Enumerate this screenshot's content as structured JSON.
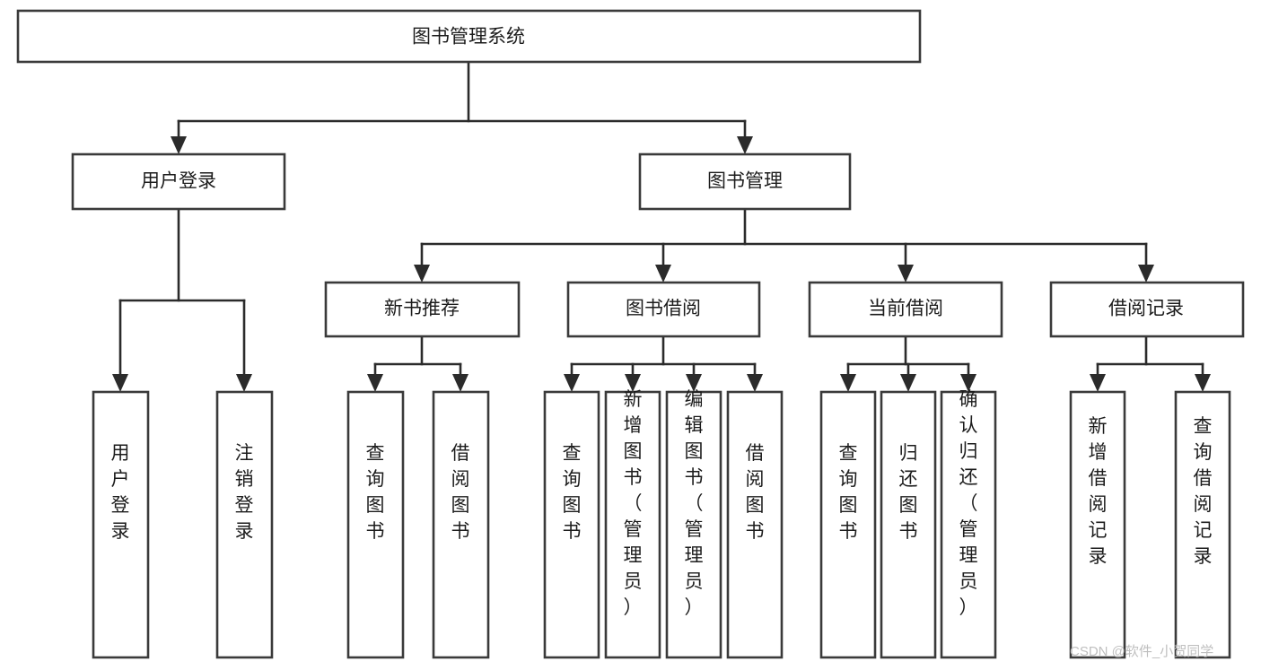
{
  "diagram": {
    "title": "图书管理系统",
    "type": "hierarchy-tree",
    "orientation": "top-down",
    "colors": {
      "box_stroke": "#3a3a3a",
      "box_fill": "#ffffff",
      "connector": "#2b2b2b",
      "text": "#1c1c1c",
      "background": "#ffffff",
      "watermark": "#bfbfbf"
    },
    "levels": {
      "root": {
        "label": "图书管理系统",
        "orientation": "horizontal"
      },
      "level2": [
        {
          "id": "user-login",
          "label": "用户登录",
          "orientation": "horizontal"
        },
        {
          "id": "book-manage",
          "label": "图书管理",
          "orientation": "horizontal"
        }
      ],
      "level3": [
        {
          "id": "new-book-recommend",
          "label": "新书推荐",
          "orientation": "horizontal",
          "parent": "book-manage"
        },
        {
          "id": "book-borrow",
          "label": "图书借阅",
          "orientation": "horizontal",
          "parent": "book-manage"
        },
        {
          "id": "current-borrow",
          "label": "当前借阅",
          "orientation": "horizontal",
          "parent": "book-manage"
        },
        {
          "id": "borrow-record",
          "label": "借阅记录",
          "orientation": "horizontal",
          "parent": "book-manage"
        }
      ],
      "leaves": {
        "user-login": [
          {
            "id": "leaf-user-login",
            "label": "用户登录",
            "orientation": "vertical"
          },
          {
            "id": "leaf-user-logout",
            "label": "注销登录",
            "orientation": "vertical"
          }
        ],
        "new-book-recommend": [
          {
            "id": "leaf-query-book-1",
            "label": "查询图书",
            "orientation": "vertical"
          },
          {
            "id": "leaf-borrow-book-1",
            "label": "借阅图书",
            "orientation": "vertical"
          }
        ],
        "book-borrow": [
          {
            "id": "leaf-query-book-2",
            "label": "查询图书",
            "orientation": "vertical"
          },
          {
            "id": "leaf-add-book",
            "label": "新增图书（管理员）",
            "orientation": "vertical"
          },
          {
            "id": "leaf-edit-book",
            "label": "编辑图书（管理员）",
            "orientation": "vertical"
          },
          {
            "id": "leaf-borrow-book-2",
            "label": "借阅图书",
            "orientation": "vertical"
          }
        ],
        "current-borrow": [
          {
            "id": "leaf-query-book-3",
            "label": "查询图书",
            "orientation": "vertical"
          },
          {
            "id": "leaf-return-book",
            "label": "归还图书",
            "orientation": "vertical"
          },
          {
            "id": "leaf-confirm-return",
            "label": "确认归还（管理员）",
            "orientation": "vertical"
          }
        ],
        "borrow-record": [
          {
            "id": "leaf-add-record",
            "label": "新增借阅记录",
            "orientation": "vertical"
          },
          {
            "id": "leaf-query-record",
            "label": "查询借阅记录",
            "orientation": "vertical"
          }
        ]
      }
    },
    "watermark": "CSDN @软件_小贺同学"
  }
}
